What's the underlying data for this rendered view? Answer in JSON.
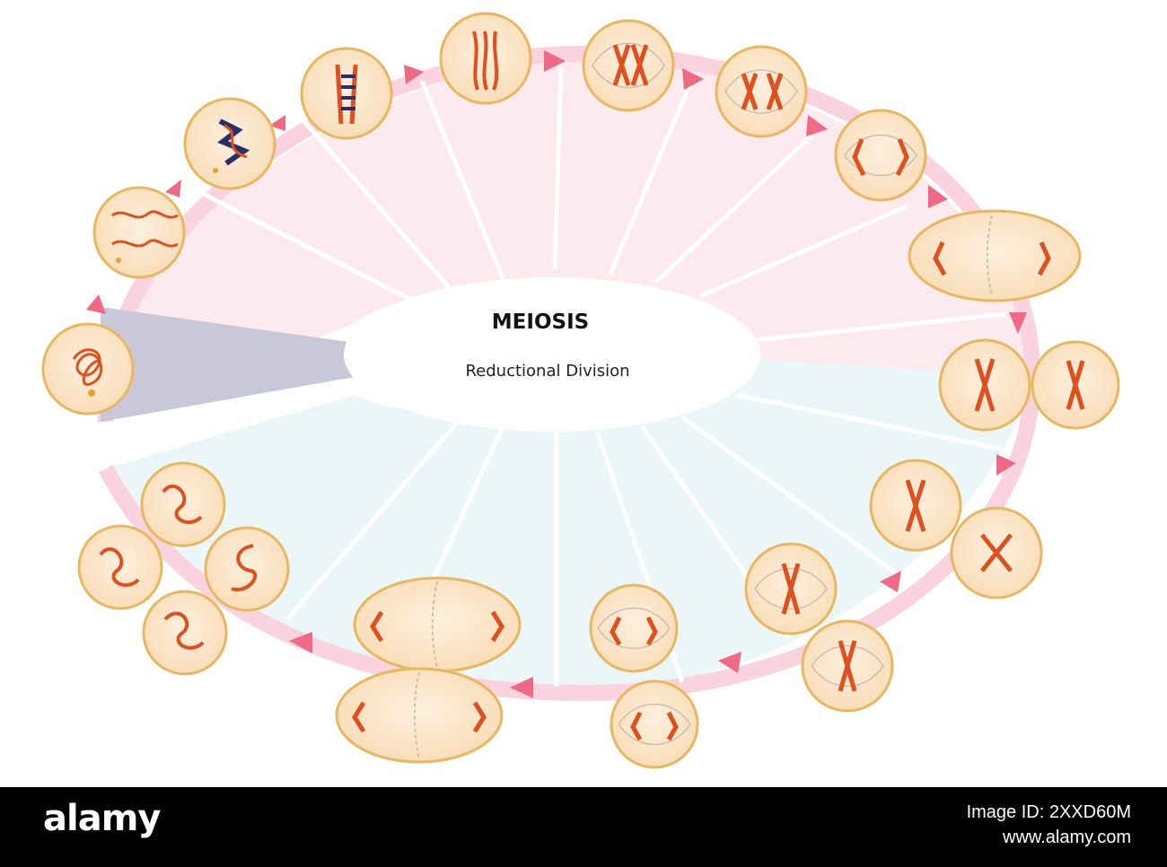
{
  "diagram": {
    "title": "MEIOSIS",
    "subtitle": "Reductional Division"
  },
  "watermark": {
    "brand": "alamy",
    "image_id": "Image ID: 2XXD60M",
    "url": "www.alamy.com"
  },
  "colors": {
    "cell_fill": "#fbe6cc",
    "cell_outline": "#e8b860",
    "chromosome": "#e0501e",
    "chromosome_dark": "#2a2f6b",
    "arrow": "#f06a85",
    "ring_upper": "#fbdfe6",
    "ring_lower": "#e4f3f5",
    "interphase_wedge": "#c7c6d6",
    "stock_banner": "#000000"
  }
}
